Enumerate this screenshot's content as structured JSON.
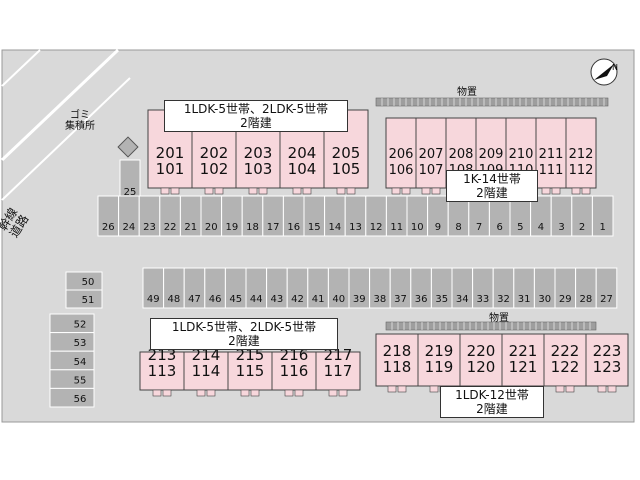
{
  "legend": {
    "top_left": [
      "1LDK-5世帯、2LDK-5世帯",
      "2階建"
    ],
    "top_right": [
      "1K-14世帯",
      "2階建"
    ],
    "bottom_left": [
      "1LDK-5世帯、2LDK-5世帯",
      "2階建"
    ],
    "bottom_right": [
      "1LDK-12世帯",
      "2階建"
    ]
  },
  "labels": {
    "garbage": [
      "ゴミ",
      "集積所"
    ],
    "storage_top": "物置",
    "storage_bottom": "物置",
    "road": "幹線道路"
  },
  "compass": "N",
  "colors": {
    "ground": "#d9d9d9",
    "building": "#f7d7dc",
    "building_line": "#444444",
    "parking": "#b3b3b3"
  },
  "buildings": [
    {
      "name": "building-201-205",
      "units": [
        [
          "201",
          "101"
        ],
        [
          "202",
          "102"
        ],
        [
          "203",
          "103"
        ],
        [
          "204",
          "104"
        ],
        [
          "205",
          "105"
        ]
      ]
    },
    {
      "name": "building-206-212",
      "units": [
        [
          "206",
          "106"
        ],
        [
          "207",
          "107"
        ],
        [
          "208",
          "108"
        ],
        [
          "209",
          "109"
        ],
        [
          "210",
          "110"
        ],
        [
          "211",
          "111"
        ],
        [
          "212",
          "112"
        ]
      ]
    },
    {
      "name": "building-213-217",
      "units": [
        [
          "213",
          "113"
        ],
        [
          "214",
          "114"
        ],
        [
          "215",
          "115"
        ],
        [
          "216",
          "116"
        ],
        [
          "217",
          "117"
        ]
      ]
    },
    {
      "name": "building-218-223",
      "units": [
        [
          "218",
          "118"
        ],
        [
          "219",
          "119"
        ],
        [
          "220",
          "120"
        ],
        [
          "221",
          "121"
        ],
        [
          "222",
          "122"
        ],
        [
          "223",
          "123"
        ]
      ]
    }
  ],
  "parking": {
    "row1": [
      "26",
      "24",
      "23",
      "22",
      "21",
      "20",
      "19",
      "18",
      "17",
      "16",
      "15",
      "14",
      "13",
      "12",
      "11",
      "10",
      "9",
      "8",
      "7",
      "6",
      "5",
      "4",
      "3",
      "2",
      "1"
    ],
    "stall_25": "25",
    "row2": [
      "49",
      "48",
      "47",
      "46",
      "45",
      "44",
      "43",
      "42",
      "41",
      "40",
      "39",
      "38",
      "37",
      "36",
      "35",
      "34",
      "33",
      "32",
      "31",
      "30",
      "29",
      "28",
      "27"
    ],
    "left_col": [
      "50",
      "51"
    ],
    "left_col_bottom": [
      "52",
      "53",
      "54",
      "55",
      "56"
    ]
  }
}
